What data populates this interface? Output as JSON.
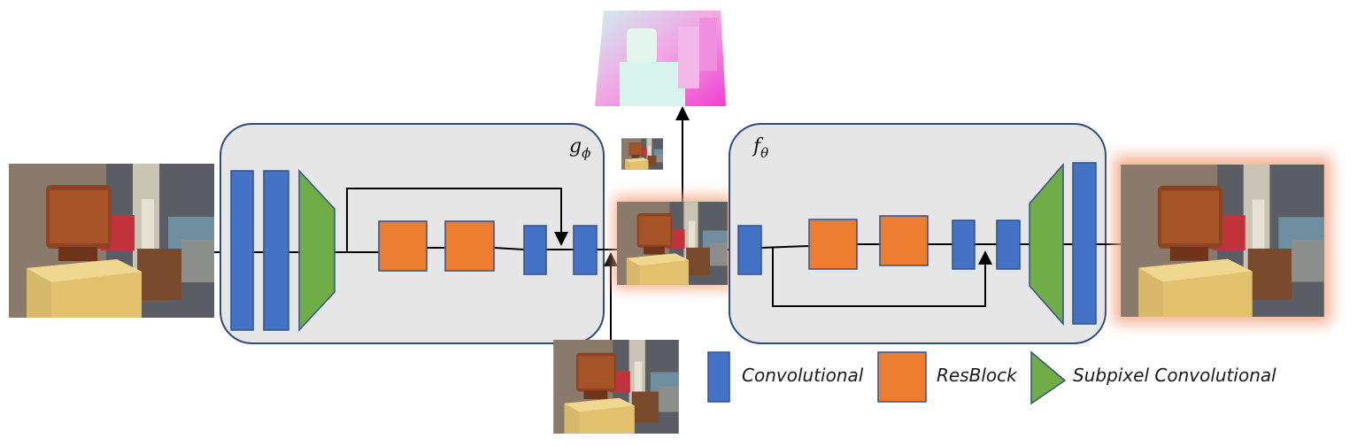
{
  "encoder": {
    "label_main": "g",
    "label_sub": "ϕ"
  },
  "decoder": {
    "label_main": "f",
    "label_sub": "θ"
  },
  "legend": {
    "convolutional": "Convolutional",
    "resblock": "ResBlock",
    "subpixel": "Subpixel Convolutional"
  },
  "colors": {
    "conv": "#4472c4",
    "resblock": "#ed7d31",
    "subpixel": "#70ad47",
    "panel_fill": "#e6e6e6",
    "panel_stroke": "#2f4d7a",
    "glow": "#f4a582"
  }
}
